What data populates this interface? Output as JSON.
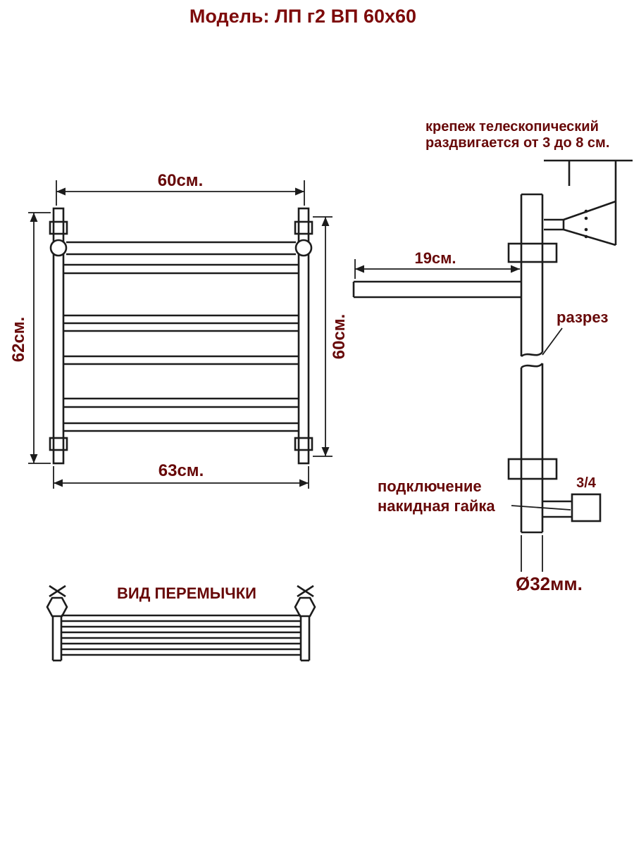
{
  "page": {
    "title": "Модель: ЛП г2 ВП 60х60"
  },
  "colors": {
    "accent_text": "#670808",
    "title_text": "#7d0a0a",
    "line": "#1c1c1c",
    "background": "#ffffff"
  },
  "front_view": {
    "dim_top": "60см.",
    "dim_left": "62см.",
    "dim_right": "60см.",
    "dim_bottom": "63см."
  },
  "side_view": {
    "bracket_note_line1": "крепеж телескопический",
    "bracket_note_line2": "раздвигается от 3 до 8 см.",
    "dim_bar": "19см.",
    "section_label": "разрез",
    "connection_label_line1": "подключение",
    "connection_label_line2": "накидная гайка",
    "thread_size": "3/4",
    "pipe_diameter": "Ø32мм."
  },
  "crossbar_view": {
    "title": "ВИД ПЕРЕМЫЧКИ"
  }
}
